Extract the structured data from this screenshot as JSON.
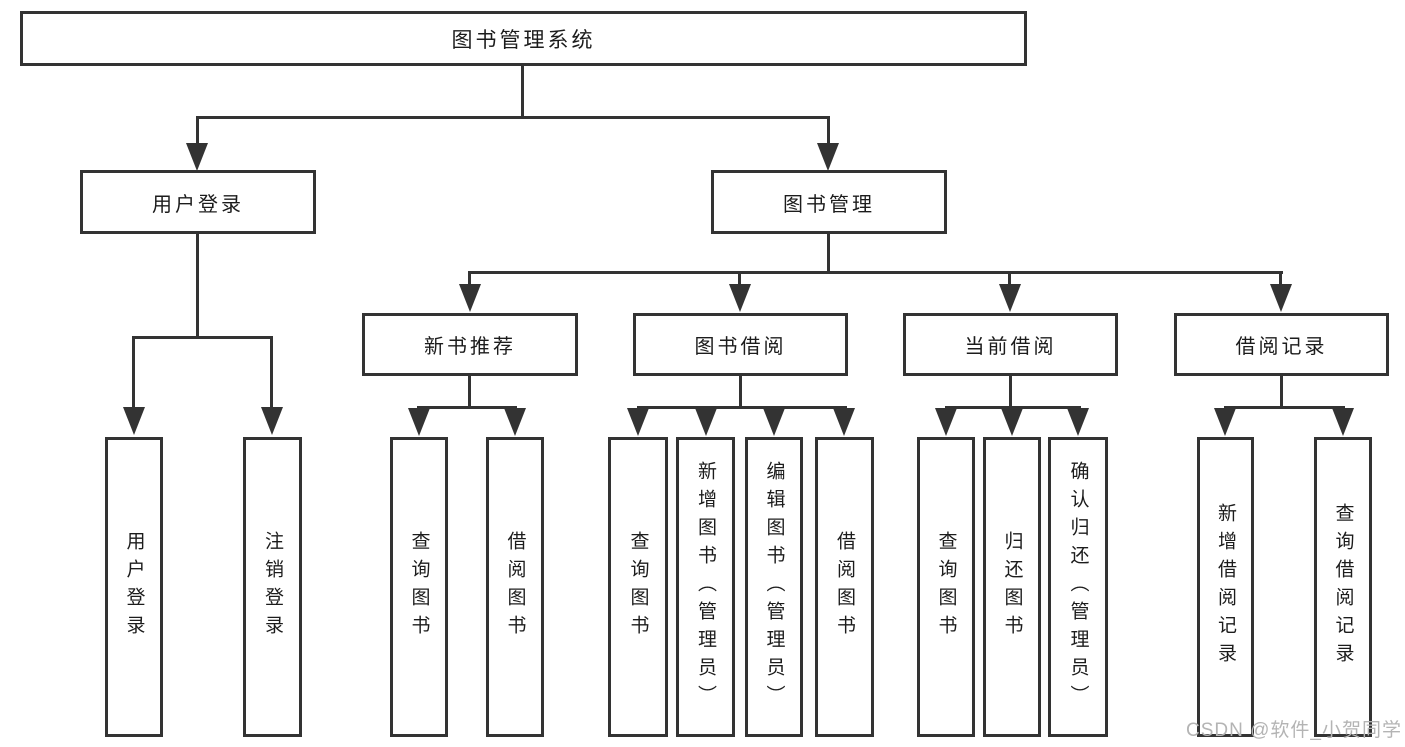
{
  "diagram": {
    "root": {
      "label": "图书管理系统"
    },
    "branches": {
      "user_login": {
        "label": "用户登录",
        "children": [
          {
            "label": "用户登录"
          },
          {
            "label": "注销登录"
          }
        ]
      },
      "book_mgmt": {
        "label": "图书管理",
        "children": [
          {
            "label": "新书推荐",
            "children": [
              {
                "label": "查询图书"
              },
              {
                "label": "借阅图书"
              }
            ]
          },
          {
            "label": "图书借阅",
            "children": [
              {
                "label": "查询图书"
              },
              {
                "label": "新增图书（管理员）"
              },
              {
                "label": "编辑图书（管理员）"
              },
              {
                "label": "借阅图书"
              }
            ]
          },
          {
            "label": "当前借阅",
            "children": [
              {
                "label": "查询图书"
              },
              {
                "label": "归还图书"
              },
              {
                "label": "确认归还（管理员）"
              }
            ]
          },
          {
            "label": "借阅记录",
            "children": [
              {
                "label": "新增借阅记录"
              },
              {
                "label": "查询借阅记录"
              }
            ]
          }
        ]
      }
    }
  },
  "watermark": {
    "text": "CSDN @软件_小贺同学"
  },
  "colors": {
    "line": "#333333",
    "box_border": "#333333",
    "box_bg": "#ffffff",
    "text": "#1c1c1c",
    "watermark": "#b4b4b4"
  }
}
